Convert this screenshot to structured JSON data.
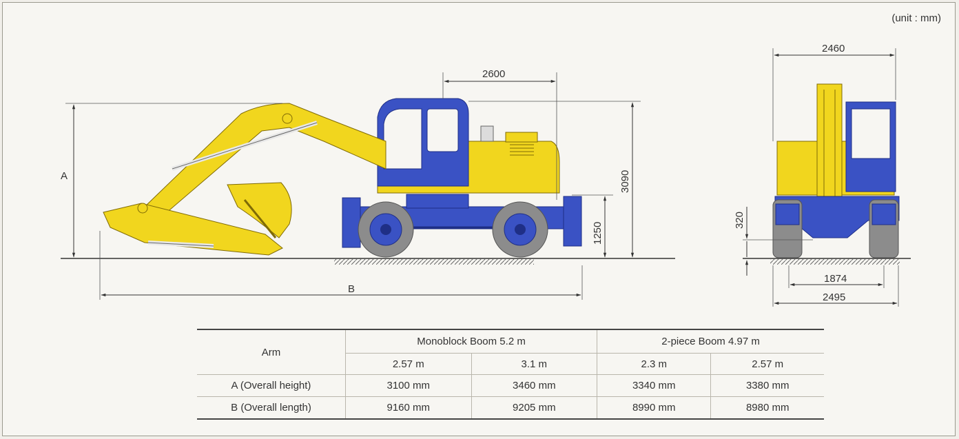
{
  "unit_label": "(unit : mm)",
  "side_view": {
    "dim_top": "2600",
    "dim_height": "3090",
    "dim_ground": "1250",
    "label_a": "A",
    "label_b": "B"
  },
  "front_view": {
    "dim_width_top": "2460",
    "dim_clearance": "320",
    "dim_track": "1874",
    "dim_width_bottom": "2495"
  },
  "colors": {
    "body": "#f1d61e",
    "body_dark": "#b59a10",
    "chassis": "#3a52c4",
    "chassis_dark": "#1f2f86",
    "tire": "#8c8c8c",
    "line": "#555555"
  },
  "table": {
    "arm_header": "Arm",
    "groups": [
      "Monoblock Boom 5.2 m",
      "2-piece Boom 4.97 m"
    ],
    "arm_lengths": [
      "2.57 m",
      "3.1 m",
      "2.3 m",
      "2.57 m"
    ],
    "rows": [
      {
        "label": "A (Overall height)",
        "values": [
          "3100 mm",
          "3460 mm",
          "3340 mm",
          "3380 mm"
        ]
      },
      {
        "label": "B (Overall length)",
        "values": [
          "9160 mm",
          "9205 mm",
          "8990 mm",
          "8980 mm"
        ]
      }
    ]
  }
}
